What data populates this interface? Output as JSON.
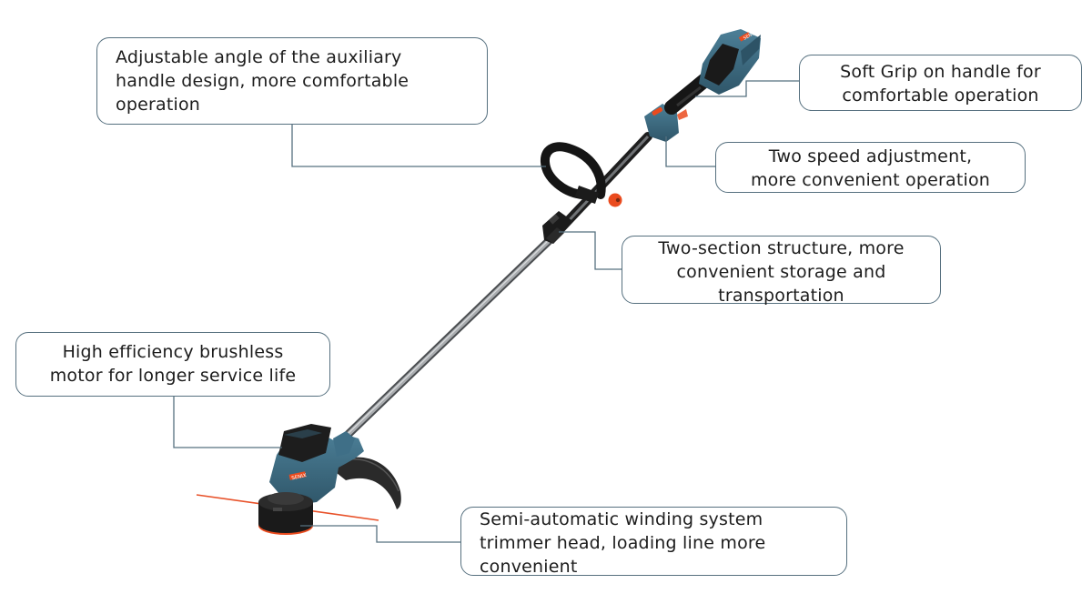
{
  "figure": {
    "subject": "Cordless string trimmer with feature callouts",
    "brand_mark": "SENIX",
    "colors": {
      "callout_border": "#56707f",
      "leader_line": "#56707f",
      "body_blue": "#3f6f87",
      "body_blue_dark": "#2e5468",
      "black_parts": "#1b1b1b",
      "shaft_grey": "#8a8d90",
      "accent_orange": "#ea4b1e",
      "cutting_line": "#e8522a",
      "text": "#1c1c1c",
      "background": "#ffffff"
    }
  },
  "callouts": [
    {
      "id": "aux-handle",
      "text": "Adjustable angle of the auxiliary\nhandle design, more comfortable\noperation",
      "points_to": "auxiliary handle"
    },
    {
      "id": "soft-grip",
      "text": "Soft Grip on handle for\ncomfortable  operation",
      "points_to": "rear handle grip"
    },
    {
      "id": "two-speed",
      "text": "Two speed adjustment,\nmore convenient operation",
      "points_to": "speed switch housing"
    },
    {
      "id": "two-section",
      "text": "Two-section structure, more\nconvenient storage and\ntransportation",
      "points_to": "shaft coupler"
    },
    {
      "id": "brushless-motor",
      "text": "High efficiency brushless\nmotor for longer service life",
      "points_to": "motor housing"
    },
    {
      "id": "trimmer-head",
      "text": "Semi-automatic winding system\ntrimmer head, loading line more\nconvenient",
      "points_to": "trimmer head spool"
    }
  ]
}
